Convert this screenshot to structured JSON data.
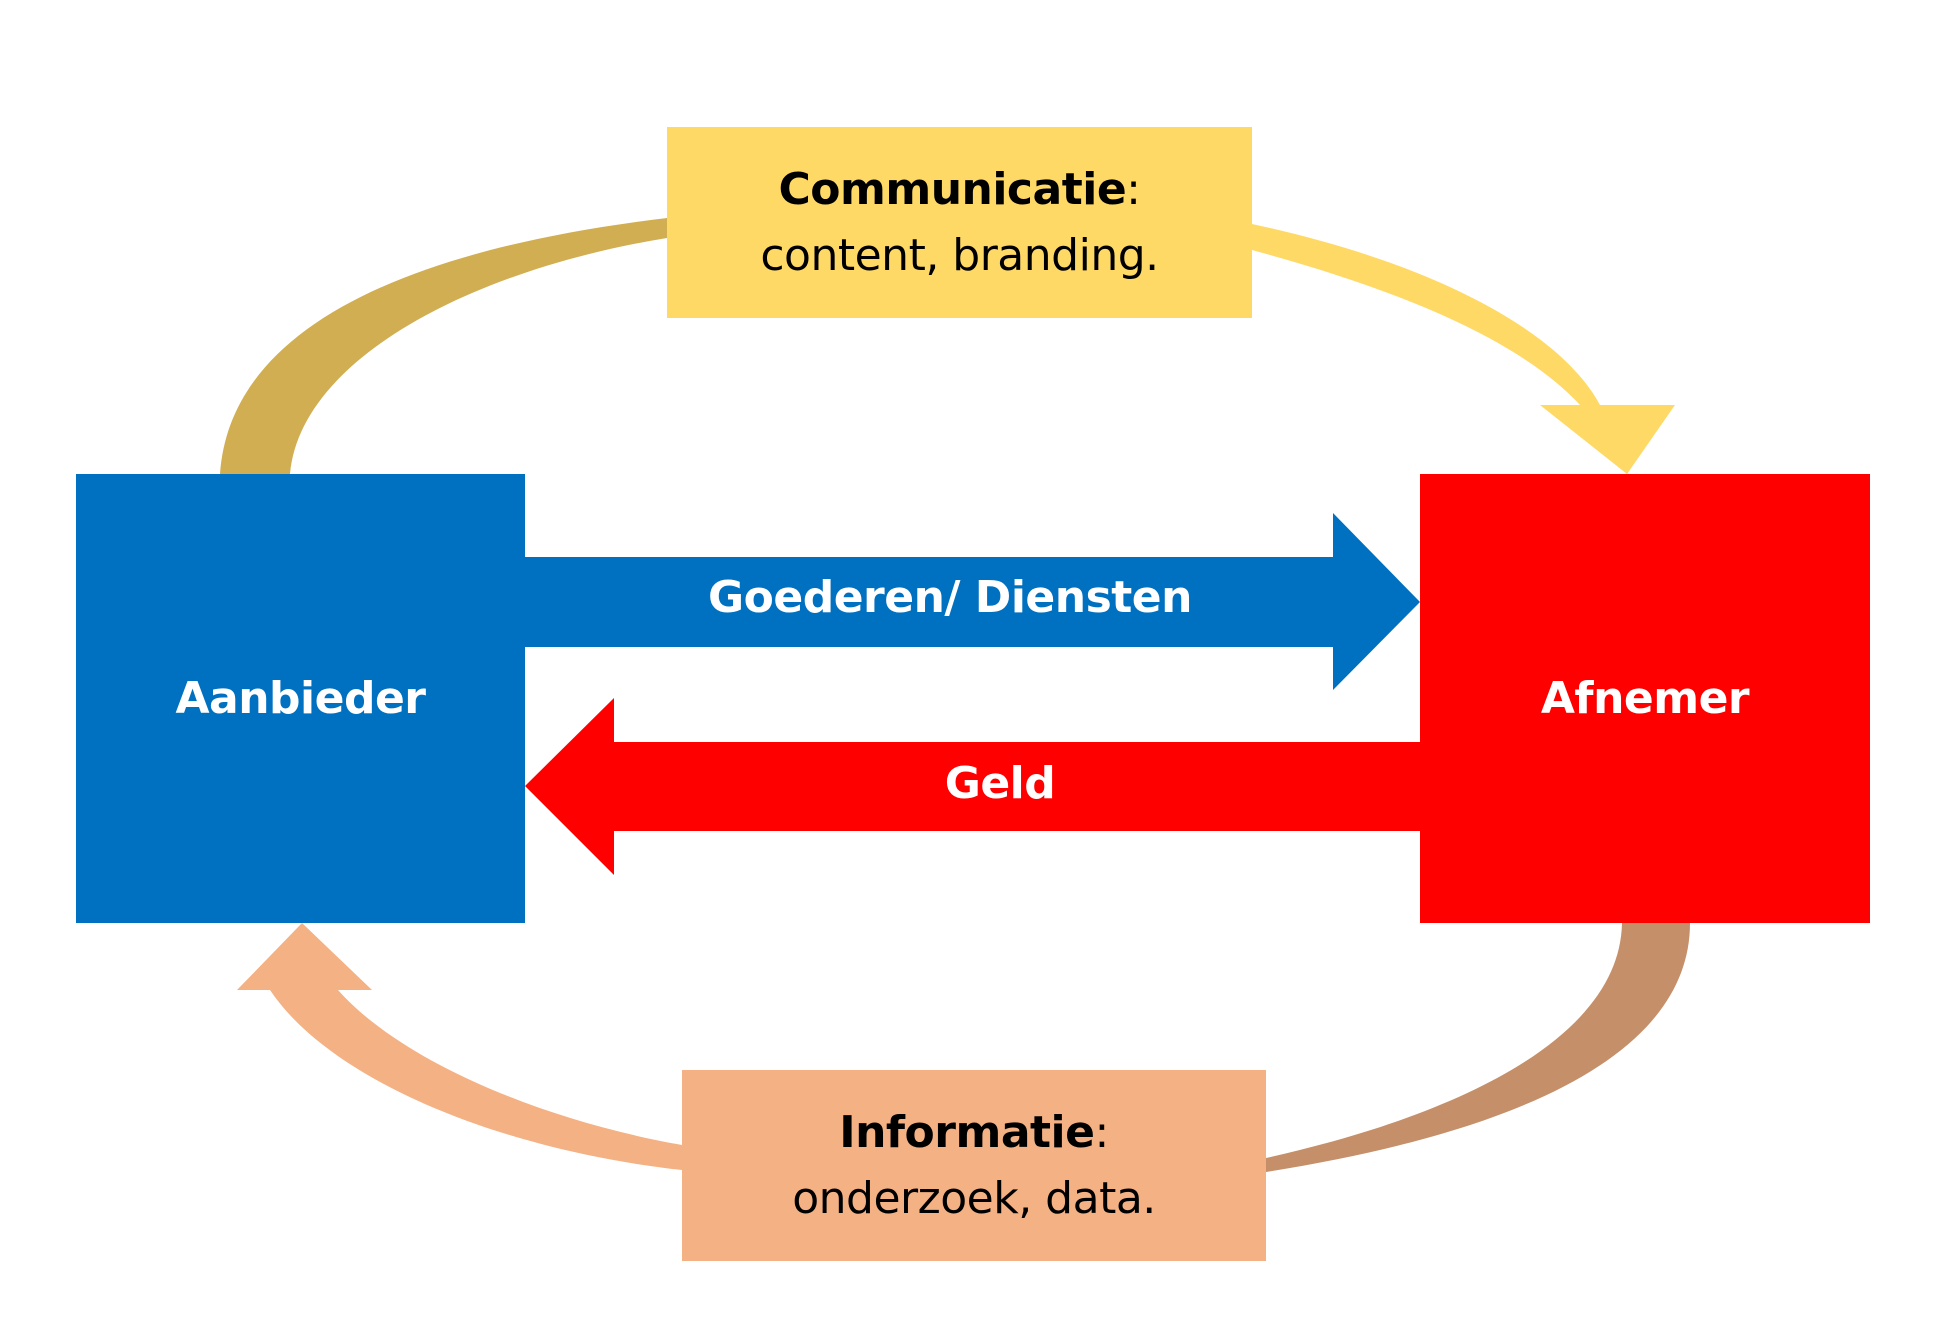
{
  "parties": {
    "provider": {
      "label": "Aanbieder",
      "color": "#0070C0"
    },
    "customer": {
      "label": "Afnemer",
      "color": "#FF0000"
    }
  },
  "flows": {
    "goods": {
      "label": "Goederen/ Diensten",
      "color": "#0070C0",
      "direction": "provider-to-customer"
    },
    "money": {
      "label": "Geld",
      "color": "#FF0000",
      "direction": "customer-to-provider"
    }
  },
  "notes": {
    "communication": {
      "title": "Communicatie",
      "colon": ":",
      "text": "content, branding.",
      "color": "#FFD966",
      "arc_start_color": "#D1AE52",
      "direction": "provider-to-customer"
    },
    "information": {
      "title": "Informatie",
      "colon": ":",
      "text": "onderzoek, data.",
      "color": "#F4B183",
      "arc_start_color": "#C58F6A",
      "direction": "customer-to-provider"
    }
  }
}
